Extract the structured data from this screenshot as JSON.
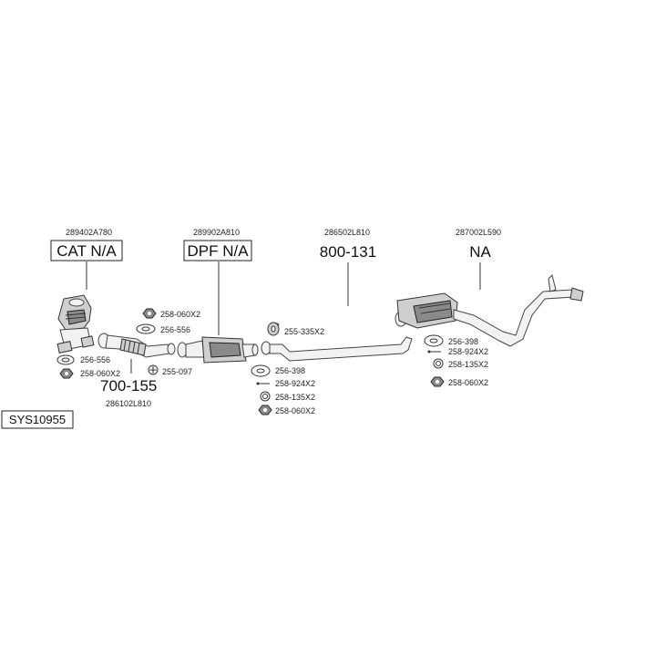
{
  "system_code": "SYS10955",
  "assemblies": [
    {
      "oe": "289402A780",
      "name": "CAT N/A"
    },
    {
      "oe": "289902A810",
      "name": "DPF N/A"
    },
    {
      "oe": "286502L810",
      "name": "800-131"
    },
    {
      "oe": "287002L590",
      "name": "NA"
    }
  ],
  "front_pipe": {
    "name": "700-155",
    "oe": "286102L810"
  },
  "parts": {
    "cat": [
      {
        "code": "256-556"
      },
      {
        "code": "258-060X2"
      }
    ],
    "front_pipe": [
      {
        "code": "255-097"
      }
    ],
    "dpf": [
      {
        "code": "258-060X2"
      },
      {
        "code": "256-556"
      }
    ],
    "mid_hanger": [
      {
        "code": "255-335X2"
      }
    ],
    "mid_joint": [
      {
        "code": "256-398"
      },
      {
        "code": "258-924X2"
      },
      {
        "code": "258-135X2"
      },
      {
        "code": "258-060X2"
      }
    ],
    "rear_joint": [
      {
        "code": "256-398"
      },
      {
        "code": "258-924X2"
      },
      {
        "code": "258-135X2"
      },
      {
        "code": "258-060X2"
      }
    ]
  }
}
